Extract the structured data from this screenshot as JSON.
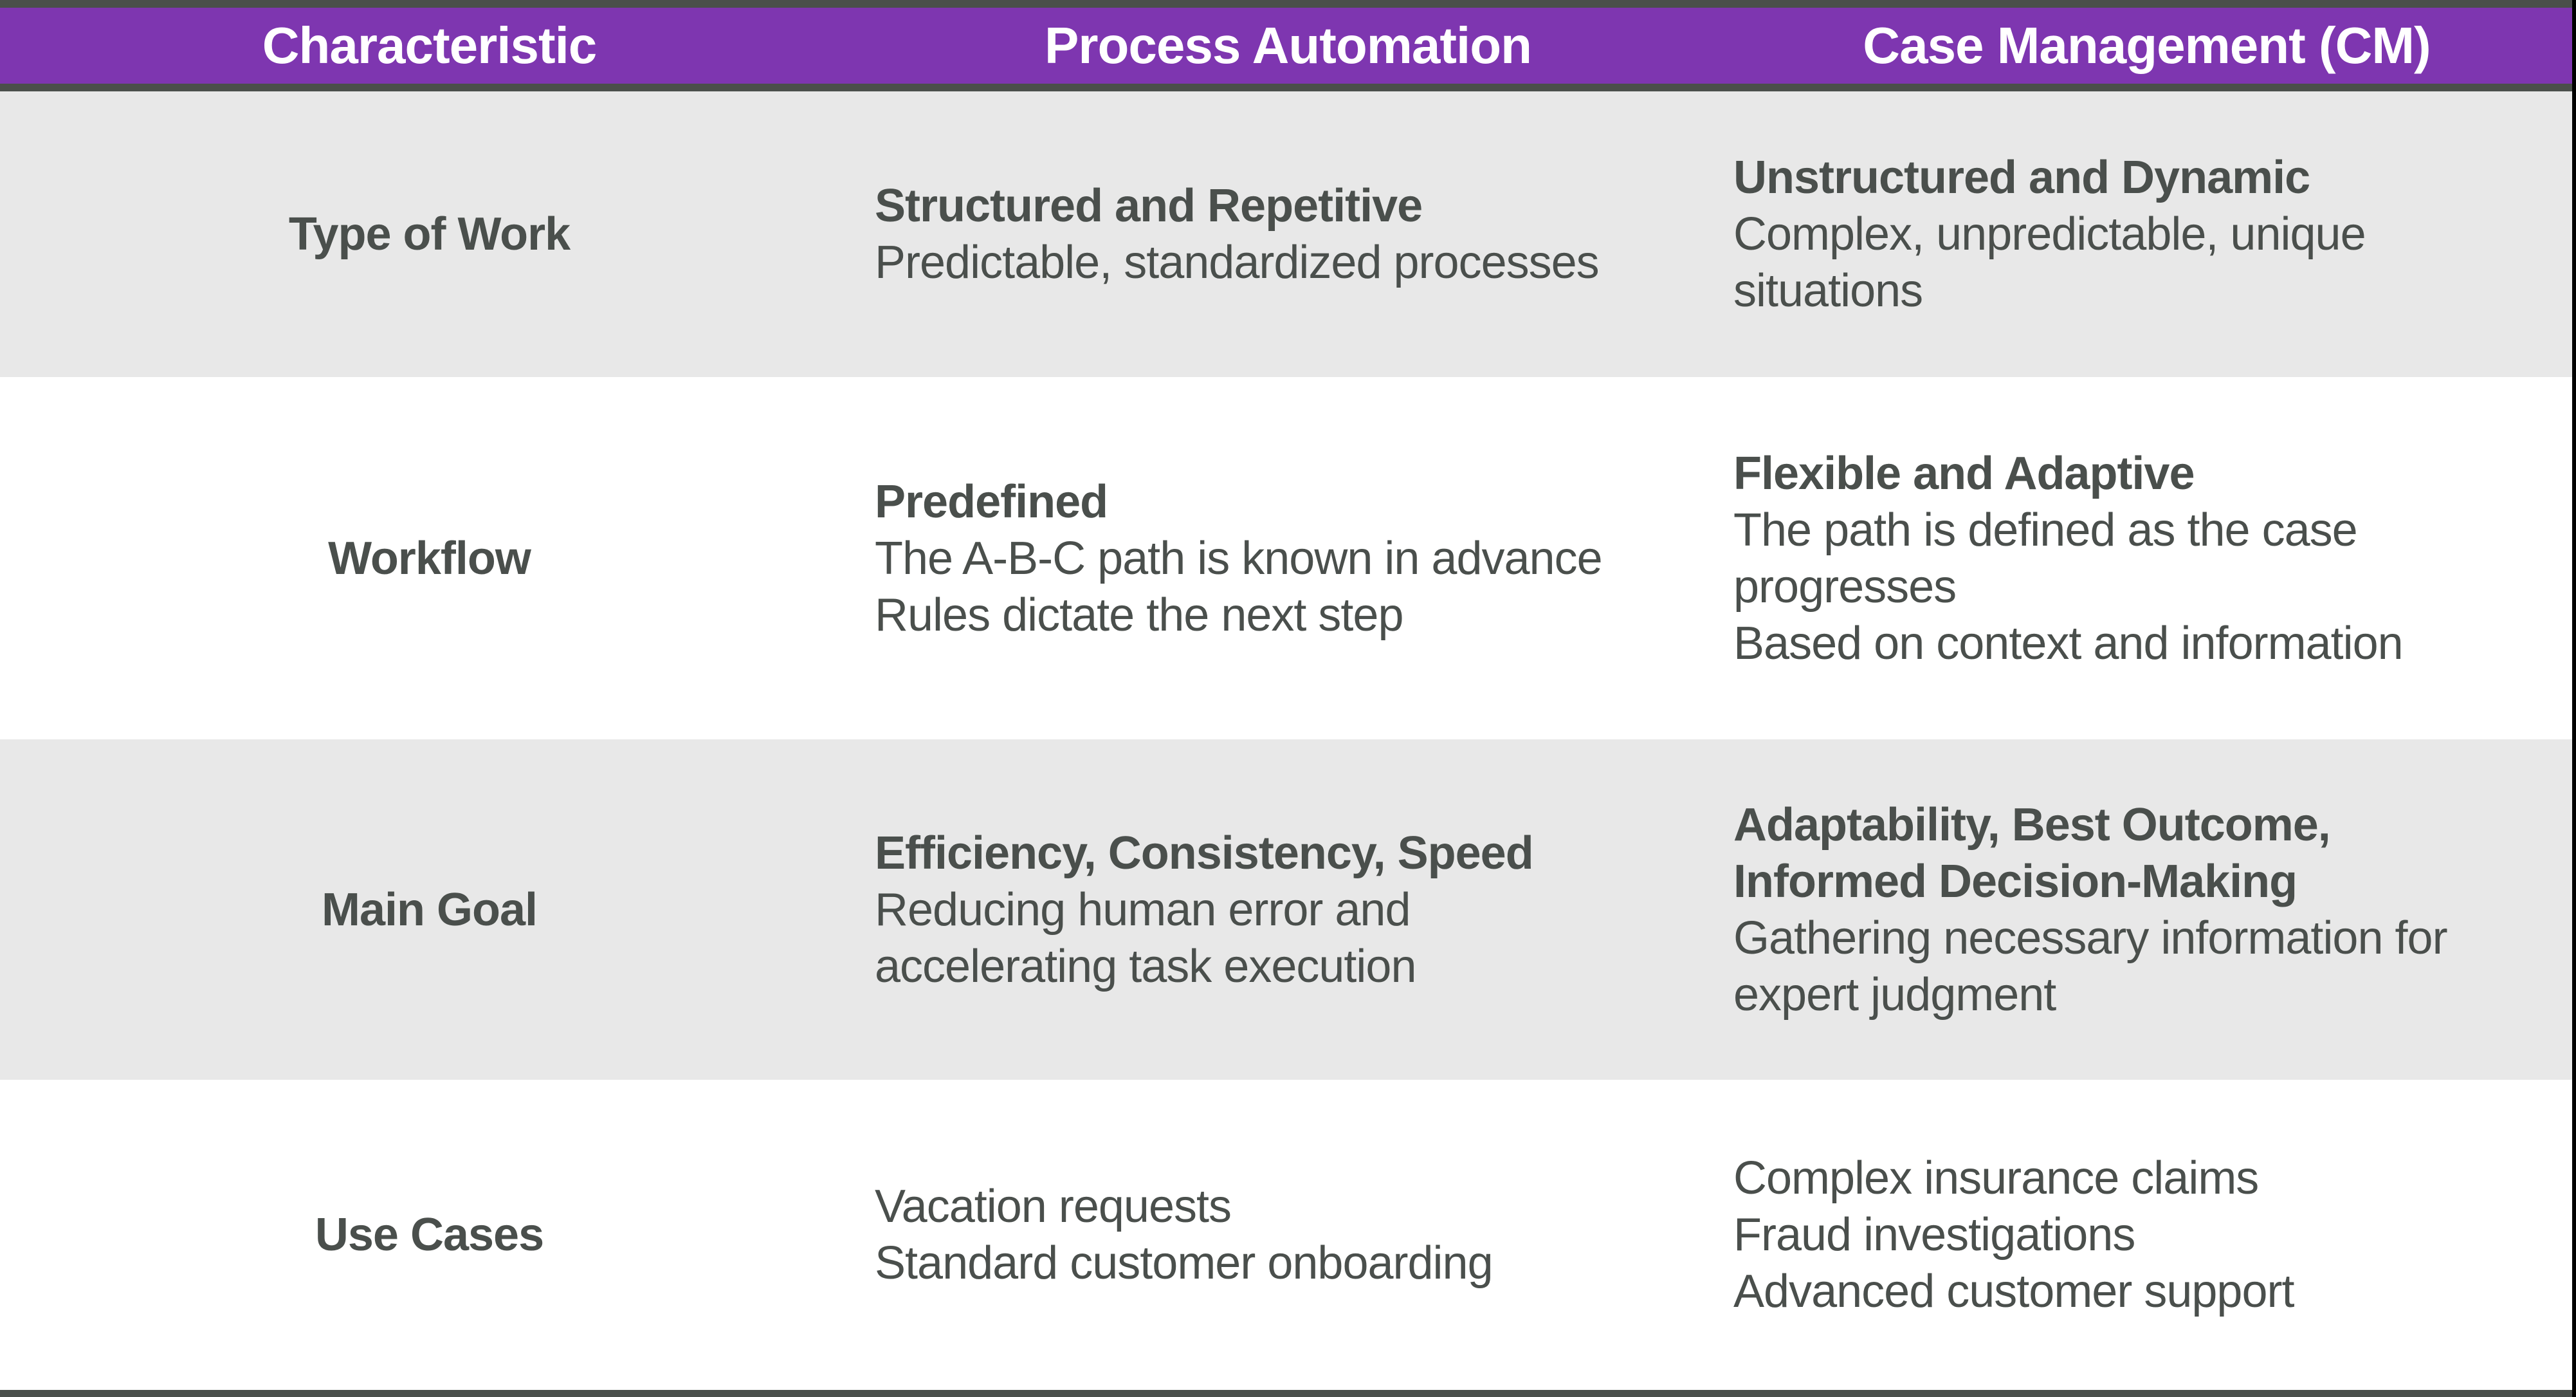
{
  "table": {
    "headers": [
      {
        "label": "Characteristic"
      },
      {
        "label": "Process Automation"
      },
      {
        "label": "Case Management (CM)"
      }
    ],
    "rows": [
      {
        "label": "Type of Work",
        "process_automation": {
          "title": [
            "Structured and Repetitive"
          ],
          "body": [
            "Predictable, standardized processes"
          ]
        },
        "case_management": {
          "title": [
            "Unstructured and Dynamic"
          ],
          "body": [
            "Complex, unpredictable, unique",
            "situations"
          ]
        }
      },
      {
        "label": "Workflow",
        "process_automation": {
          "title": [
            "Predefined"
          ],
          "body": [
            "The A-B-C path is known in advance",
            "Rules dictate the next step"
          ]
        },
        "case_management": {
          "title": [
            "Flexible and Adaptive"
          ],
          "body": [
            "The path is defined as the case",
            "progresses",
            "Based on context and information"
          ]
        }
      },
      {
        "label": "Main Goal",
        "process_automation": {
          "title": [
            "Efficiency, Consistency, Speed"
          ],
          "body": [
            "Reducing human error and",
            "accelerating task execution"
          ]
        },
        "case_management": {
          "title": [
            "Adaptability, Best Outcome,",
            "Informed Decision-Making"
          ],
          "body": [
            "Gathering necessary information for",
            "expert judgment"
          ]
        }
      },
      {
        "label": "Use Cases",
        "process_automation": {
          "title": [],
          "body": [
            "Vacation requests",
            "Standard customer onboarding"
          ]
        },
        "case_management": {
          "title": [],
          "body": [
            "Complex insurance claims",
            "Fraud investigations",
            "Advanced customer support"
          ]
        }
      }
    ]
  },
  "colors": {
    "header_bg": "#7e36b0",
    "bar": "#4a4f4b",
    "right_border": "#000000",
    "row_alt_bg": "#e8e8e8",
    "row_bg": "#ffffff",
    "text": "#4a4f4c",
    "header_text": "#ffffff"
  }
}
